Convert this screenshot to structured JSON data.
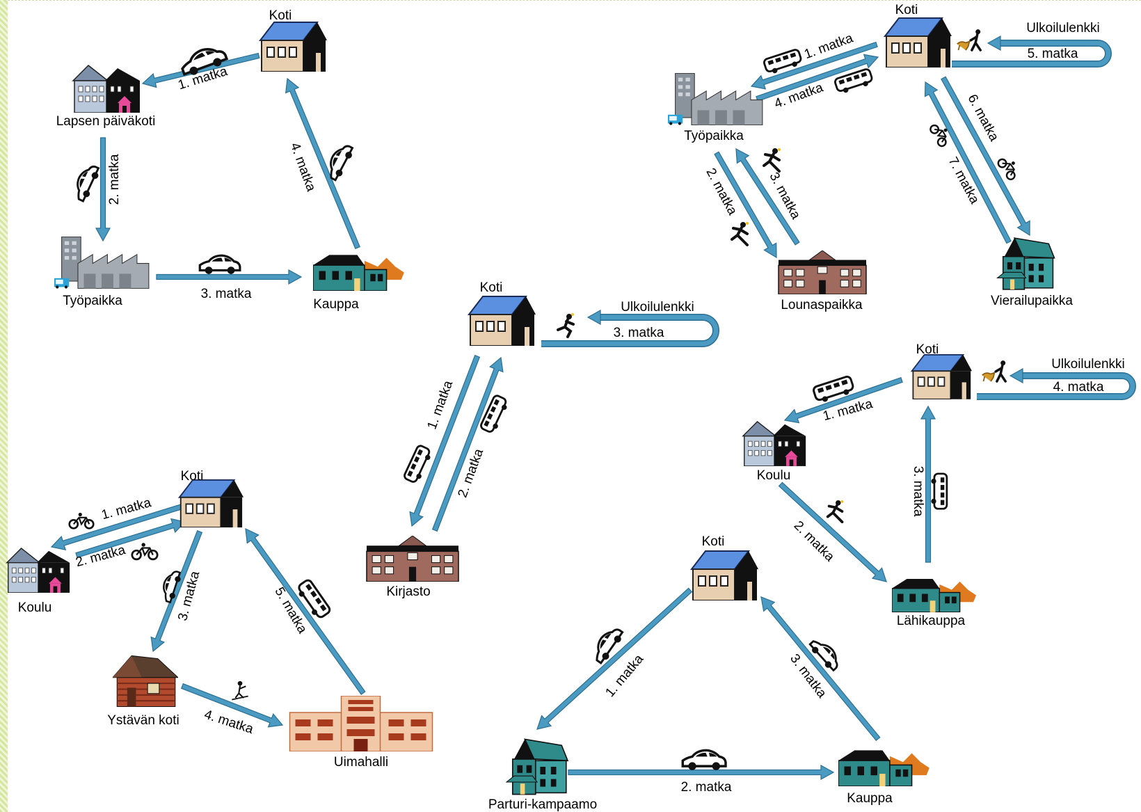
{
  "colors": {
    "arrow": "#4a9ac2",
    "arrow_edge": "#2b6f93",
    "roof": "#5b8fe0",
    "wall": "#e8cfb0",
    "teal": "#2f8a8a",
    "brick": "#a06a5e"
  },
  "diagrams": {
    "d1": {
      "places": {
        "home": "Koti",
        "daycare": "Lapsen päiväkoti",
        "work": "Työpaikka",
        "shop": "Kauppa"
      },
      "trips": {
        "t1": "1. matka",
        "t2": "2. matka",
        "t3": "3. matka",
        "t4": "4. matka"
      },
      "icons": [
        "car-icon",
        "car-icon",
        "car-icon",
        "car-icon"
      ]
    },
    "d2": {
      "places": {
        "home": "Koti",
        "work": "Työpaikka",
        "lunch": "Lounaspaikka",
        "visit": "Vierailupaikka",
        "outdoor": "Ulkoilulenkki"
      },
      "trips": {
        "t1": "1. matka",
        "t2": "2. matka",
        "t3": "3. matka",
        "t4": "4. matka",
        "t5": "5. matka",
        "t6": "6. matka",
        "t7": "7. matka"
      },
      "icons": [
        "bus-icon",
        "walker-icon",
        "walker-icon",
        "bus-icon",
        "dog-walker-icon",
        "bicycle-icon",
        "bicycle-icon"
      ]
    },
    "d3": {
      "places": {
        "home": "Koti",
        "library": "Kirjasto",
        "outdoor": "Ulkoilulenkki"
      },
      "trips": {
        "t1": "1. matka",
        "t2": "2. matka",
        "t3": "3. matka"
      },
      "icons": [
        "bus-icon",
        "bus-icon",
        "runner-icon"
      ]
    },
    "d4": {
      "places": {
        "home": "Koti",
        "school": "Koulu",
        "store": "Lähikauppa",
        "outdoor": "Ulkoilulenkki"
      },
      "trips": {
        "t1": "1. matka",
        "t2": "2. matka",
        "t3": "3. matka",
        "t4": "4. matka"
      },
      "icons": [
        "bus-icon",
        "walker-icon",
        "bus-icon",
        "dog-walker-icon"
      ]
    },
    "d5": {
      "places": {
        "home": "Koti",
        "school": "Koulu",
        "friend": "Ystävän koti",
        "pool": "Uimahalli"
      },
      "trips": {
        "t1": "1. matka",
        "t2": "2. matka",
        "t3": "3. matka",
        "t4": "4. matka",
        "t5": "5. matka"
      },
      "icons": [
        "bicycle-icon",
        "bicycle-icon",
        "car-icon",
        "skier-icon",
        "bus-icon"
      ]
    },
    "d6": {
      "places": {
        "home": "Koti",
        "barber": "Parturi-kampaamo",
        "shop": "Kauppa"
      },
      "trips": {
        "t1": "1. matka",
        "t2": "2. matka",
        "t3": "3. matka"
      },
      "icons": [
        "car-icon",
        "car-icon",
        "car-icon"
      ]
    }
  }
}
